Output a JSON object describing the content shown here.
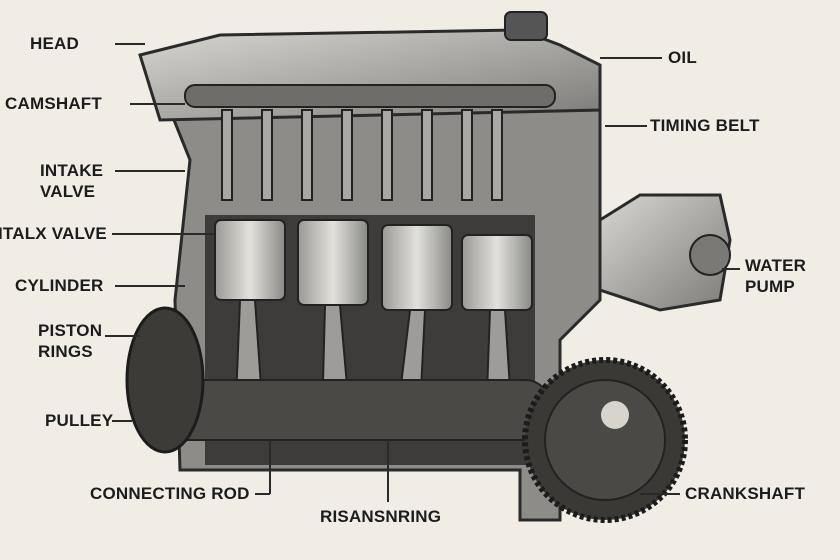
{
  "title": "Engine cutaway diagram",
  "labels": {
    "head": "HEAD",
    "camshaft": "CAMSHAFT",
    "intake_valve_1": "INTAKE",
    "intake_valve_2": "VALVE",
    "italx_valve": "ITALX VALVE",
    "cylinder": "CYLINDER",
    "piston_rings_1": "PISTON",
    "piston_rings_2": "RINGS",
    "pulley": "PULLEY",
    "connecting_rod": "CONNECTING ROD",
    "risansnring": "RISANSNRING",
    "crankshaft": "CRANKSHAFT",
    "oil": "OIL",
    "timing_belt": "TIMING BELT",
    "water_pump_1": "WATER",
    "water_pump_2": "PUMP"
  },
  "colors": {
    "background": "#f1ede5",
    "metal_dark": "#3a3a3a",
    "metal_mid": "#8a8a88",
    "metal_light": "#c9c8c4"
  }
}
